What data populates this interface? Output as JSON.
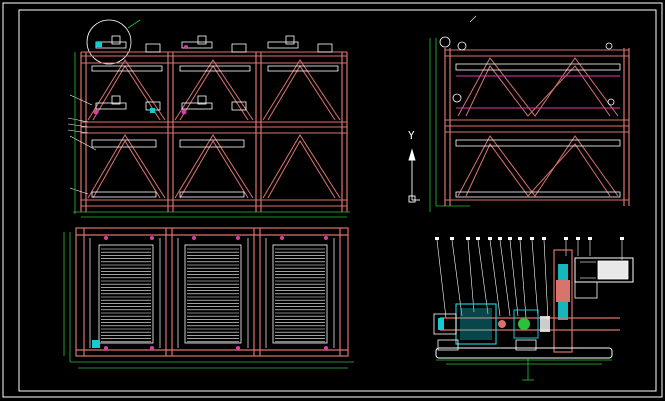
{
  "colors": {
    "background": "#000000",
    "frame": "#ffffff",
    "structure": "#d9736e",
    "dimension": "#29c23a",
    "hatch": "#ffffff",
    "detail": "#19c9d2",
    "accent": "#e03ab0",
    "motor": "#e8e8e8"
  },
  "views": [
    {
      "name": "front-view",
      "levels": 3,
      "bays": 3
    },
    {
      "name": "side-view",
      "levels": 3,
      "panels": 2
    },
    {
      "name": "top-view",
      "bays": 3
    },
    {
      "name": "drive-detail"
    }
  ],
  "axis_label": "Y",
  "coordinate_icon": "ucs-axis-icon"
}
